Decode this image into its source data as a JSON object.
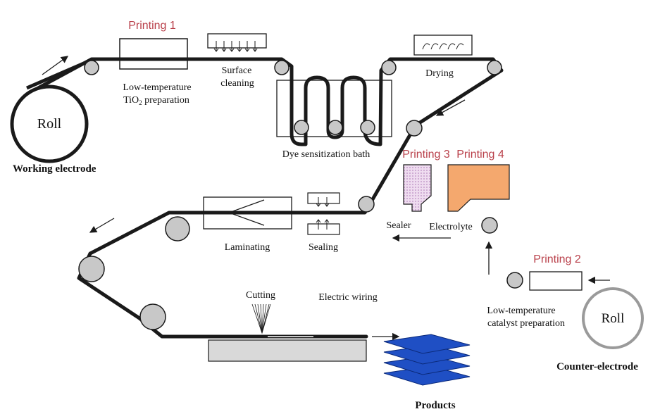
{
  "labels": {
    "printing1": "Printing 1",
    "printing2": "Printing 2",
    "printing3": "Printing 3",
    "printing4": "Printing 4",
    "surface_cleaning_1": "Surface",
    "surface_cleaning_2": "cleaning",
    "low_temp_tio2_1": "Low-temperature",
    "low_temp_tio2_2": "TiO",
    "low_temp_tio2_sub": "2",
    "low_temp_tio2_3": " preparation",
    "drying": "Drying",
    "dye_bath": "Dye sensitization bath",
    "roll_working": "Roll",
    "working_electrode": "Working electrode",
    "sealer": "Sealer",
    "electrolyte": "Electrolyte",
    "laminating": "Laminating",
    "sealing": "Sealing",
    "cutting": "Cutting",
    "electric_wiring": "Electric wiring",
    "low_temp_catalyst_1": "Low-temperature",
    "low_temp_catalyst_2": "catalyst preparation",
    "roll_counter": "Roll",
    "counter_electrode": "Counter-electrode",
    "products": "Products"
  },
  "colors": {
    "belt": "#1a1a1a",
    "roller": "#c8c8c8",
    "sealer_fill": "#e2c8e6",
    "electrolyte_fill": "#f4a86e",
    "cutting_table": "#d9d9d9",
    "products_fill": "#1f4fc4",
    "printing_label": "#b9404a"
  }
}
